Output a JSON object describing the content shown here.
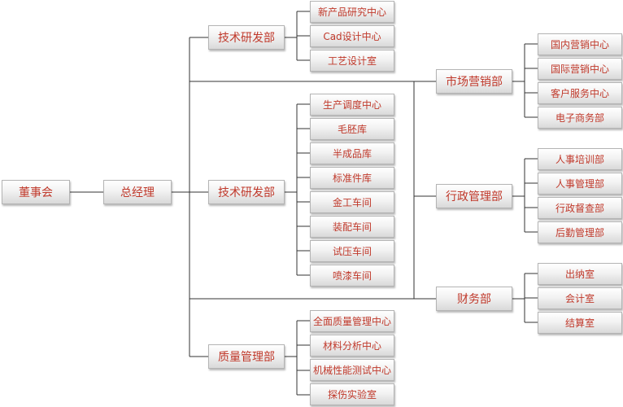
{
  "colors": {
    "text": "#c0392b",
    "line": "#333333",
    "border": "#b4b4b4"
  },
  "root": "董事会",
  "manager": "总经理",
  "left_departments": [
    {
      "name": "技术研发部",
      "children": [
        "新产品研究中心",
        "Cad设计中心",
        "工艺设计室"
      ]
    },
    {
      "name": "技术研发部",
      "children": [
        "生产调度中心",
        "毛胚库",
        "半成品库",
        "标准件库",
        "金工车间",
        "装配车间",
        "试压车间",
        "喷漆车间"
      ]
    },
    {
      "name": "质量管理部",
      "children": [
        "全面质量管理中心",
        "材料分析中心",
        "机械性能测试中心",
        "探伤实验室"
      ]
    }
  ],
  "right_departments": [
    {
      "name": "市场营销部",
      "children": [
        "国内营销中心",
        "国际营销中心",
        "客户服务中心",
        "电子商务部"
      ]
    },
    {
      "name": "行政管理部",
      "children": [
        "人事培训部",
        "人事管理部",
        "行政督查部",
        "后勤管理部"
      ]
    },
    {
      "name": "财务部",
      "children": [
        "出纳室",
        "会计室",
        "结算室"
      ]
    }
  ]
}
